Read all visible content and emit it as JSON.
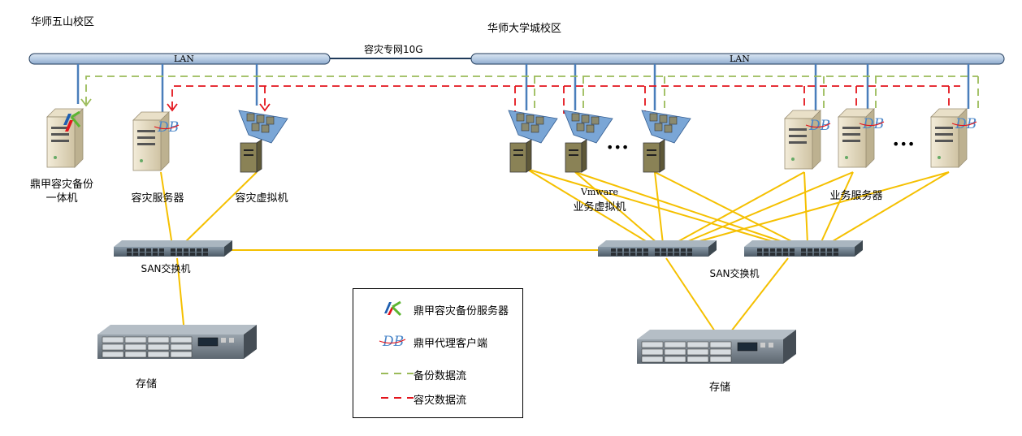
{
  "sites": {
    "left": "华师五山校区",
    "right": "华师大学城校区"
  },
  "links": {
    "lan_left": "LAN",
    "lan_right": "LAN",
    "dedicated": "容灾专网10G"
  },
  "nodes": {
    "backup_appliance": [
      "鼎甲容灾备份",
      "一体机"
    ],
    "dr_server": "容灾服务器",
    "dr_vm": "容灾虚拟机",
    "vmware_vm": [
      "Vmware",
      "业务虚拟机"
    ],
    "business_servers": "业务服务器",
    "san_left": "SAN交换机",
    "san_right": "SAN交换机",
    "storage_left": "存储",
    "storage_right": "存储",
    "ellipsis": "•••"
  },
  "legend": {
    "items": [
      {
        "icon": "backup-server-logo-icon",
        "label": "鼎甲容灾备份服务器"
      },
      {
        "icon": "db-agent-icon",
        "label": "鼎甲代理客户端"
      },
      {
        "icon": "green-dashed-line",
        "label": "备份数据流",
        "color": "#9bbb59"
      },
      {
        "icon": "red-dashed-line",
        "label": "容灾数据流",
        "color": "#e3141c"
      }
    ]
  },
  "colors": {
    "lan_bar": "#b8cce4",
    "lan_uplink": "#4a7ebb",
    "backup_flow": "#9bbb59",
    "dr_flow": "#e3141c",
    "san_link": "#f5c000"
  }
}
